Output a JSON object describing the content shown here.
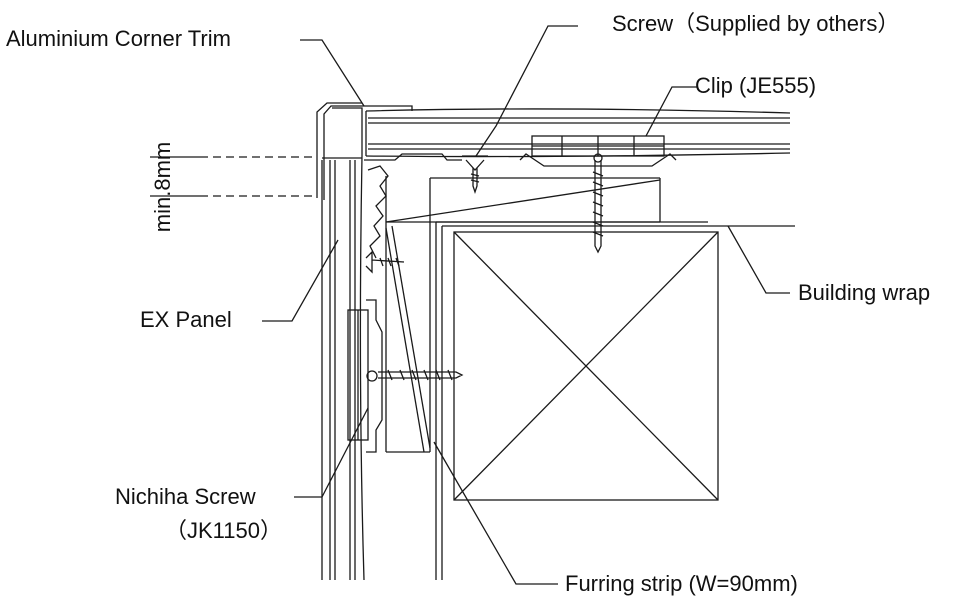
{
  "labels": {
    "aluminium_corner_trim": "Aluminium Corner Trim",
    "screw": "Screw（Supplied by others）",
    "clip": "Clip (JE555)",
    "building_wrap": "Building wrap",
    "ex_panel": "EX Panel",
    "nichiha_screw": "Nichiha Screw",
    "nichiha_screw_code": "（JK1150）",
    "furring_strip": "Furring strip (W=90mm)",
    "min_gap": "min.8mm"
  },
  "colors": {
    "line": "#1a1a1a",
    "background": "#ffffff"
  }
}
